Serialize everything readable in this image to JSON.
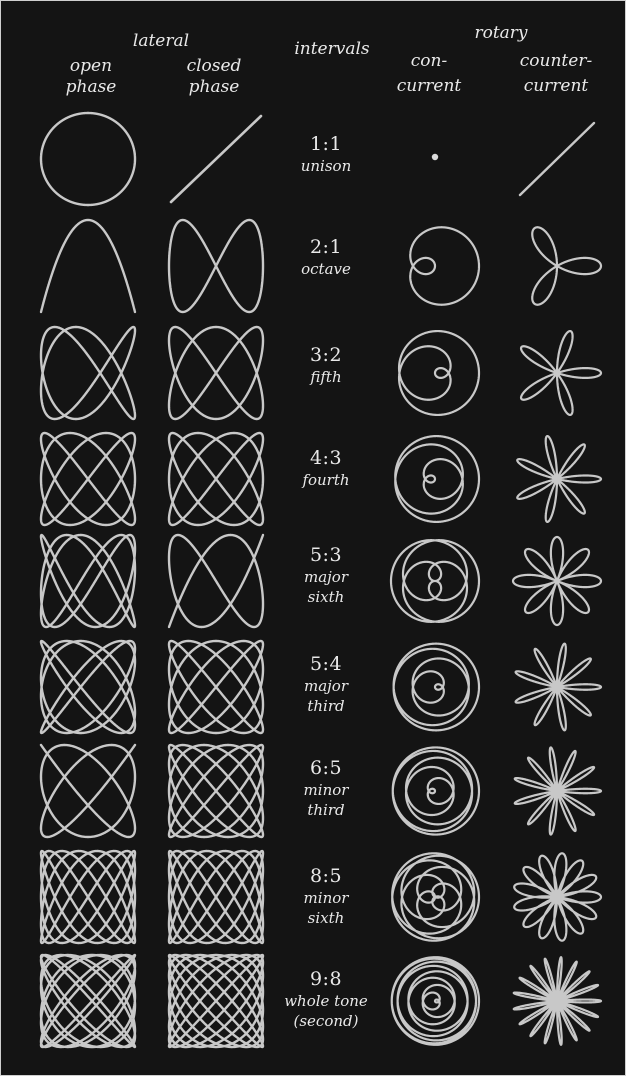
{
  "colors": {
    "background": "#141414",
    "curve": "#dcdcdc",
    "text": "#e9e9e9"
  },
  "headers": {
    "lateral": "lateral",
    "open_phase_1": "open",
    "open_phase_2": "phase",
    "closed_phase_1": "closed",
    "closed_phase_2": "phase",
    "intervals": "intervals",
    "rotary": "rotary",
    "concurrent_1": "con-",
    "concurrent_2": "current",
    "countercurrent_1": "counter-",
    "countercurrent_2": "current"
  },
  "intervals": [
    {
      "ratio": "1:1",
      "name_lines": [
        "unison"
      ],
      "a": 1,
      "b": 1
    },
    {
      "ratio": "2:1",
      "name_lines": [
        "octave"
      ],
      "a": 2,
      "b": 1
    },
    {
      "ratio": "3:2",
      "name_lines": [
        "fifth"
      ],
      "a": 3,
      "b": 2
    },
    {
      "ratio": "4:3",
      "name_lines": [
        "fourth"
      ],
      "a": 4,
      "b": 3
    },
    {
      "ratio": "5:3",
      "name_lines": [
        "major",
        "sixth"
      ],
      "a": 5,
      "b": 3
    },
    {
      "ratio": "5:4",
      "name_lines": [
        "major",
        "third"
      ],
      "a": 5,
      "b": 4
    },
    {
      "ratio": "6:5",
      "name_lines": [
        "minor",
        "third"
      ],
      "a": 6,
      "b": 5
    },
    {
      "ratio": "8:5",
      "name_lines": [
        "minor",
        "sixth"
      ],
      "a": 8,
      "b": 5
    },
    {
      "ratio": "9:8",
      "name_lines": [
        "whole tone",
        "(second)"
      ],
      "a": 9,
      "b": 8
    }
  ]
}
